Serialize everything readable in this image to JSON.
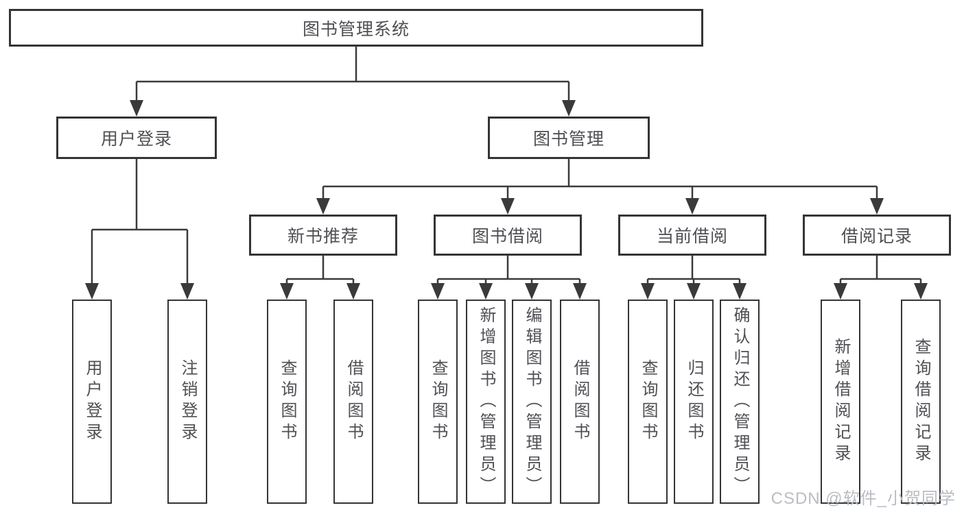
{
  "diagram": {
    "title": "图书管理系统",
    "colors": {
      "line": "#3a3a3a",
      "box_border": "#343434",
      "text": "#4f5054",
      "background": "#ffffff",
      "watermark": "#b9bdc3"
    },
    "nodes": {
      "root": {
        "label": "图书管理系统"
      },
      "user_login": {
        "label": "用户登录"
      },
      "book_mgmt": {
        "label": "图书管理"
      },
      "new_book_rec": {
        "label": "新书推荐"
      },
      "book_borrow": {
        "label": "图书借阅"
      },
      "current_borrow": {
        "label": "当前借阅"
      },
      "borrow_record": {
        "label": "借阅记录"
      },
      "leaves": {
        "user_login": "用户登录",
        "logout": "注销登录",
        "query_books_rec": "查询图书",
        "borrow_books_rec": "借阅图书",
        "query_books_borrow": "查询图书",
        "add_books_admin": "新增图书（管理员）",
        "edit_books_admin": "编辑图书（管理员）",
        "borrow_books": "借阅图书",
        "query_books_current": "查询图书",
        "return_books": "归还图书",
        "confirm_return_admin": "确认归还（管理员）",
        "add_borrow_record": "新增借阅记录",
        "query_borrow_record": "查询借阅记录"
      }
    },
    "watermark": "CSDN @软件_小贺同学"
  }
}
